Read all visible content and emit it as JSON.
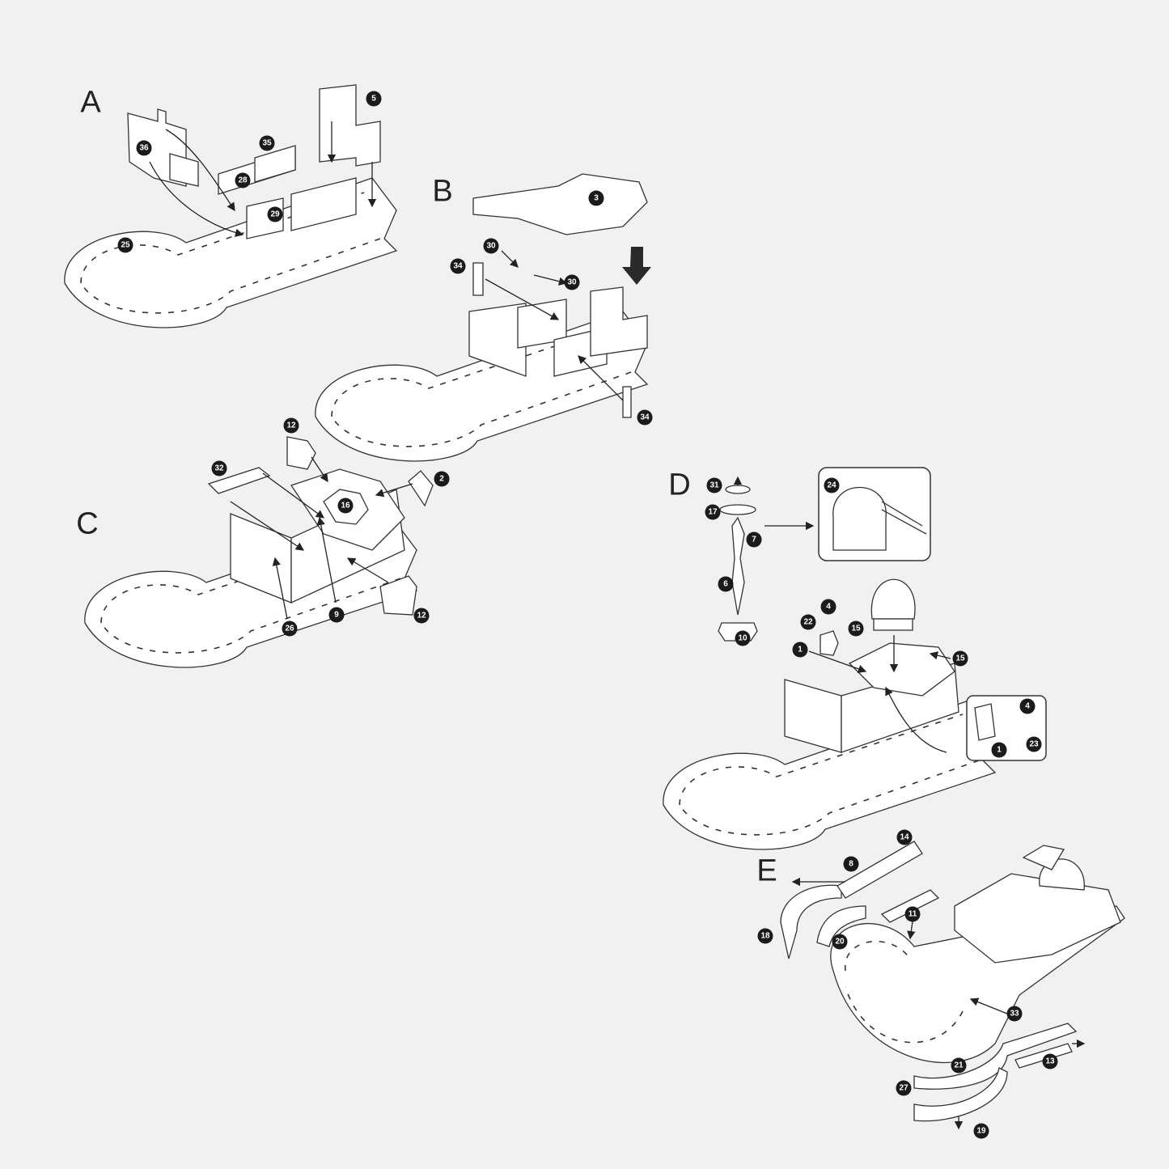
{
  "steps": {
    "A": {
      "label": "A",
      "parts": [
        "36",
        "35",
        "5",
        "28",
        "29",
        "25"
      ]
    },
    "B": {
      "label": "B",
      "parts": [
        "3",
        "30",
        "30",
        "34",
        "34"
      ]
    },
    "C": {
      "label": "C",
      "parts": [
        "12",
        "32",
        "2",
        "16",
        "9",
        "26",
        "12"
      ]
    },
    "D": {
      "label": "D",
      "parts": [
        "31",
        "17",
        "7",
        "6",
        "10",
        "24",
        "4",
        "22",
        "15",
        "1",
        "15",
        "4",
        "23",
        "1"
      ]
    },
    "E": {
      "label": "E",
      "parts": [
        "14",
        "8",
        "11",
        "18",
        "20",
        "33",
        "21",
        "13",
        "27",
        "19"
      ]
    }
  },
  "colors": {
    "background": "#f1f1f1",
    "line": "#333333",
    "badge": "#1b1b1b"
  }
}
